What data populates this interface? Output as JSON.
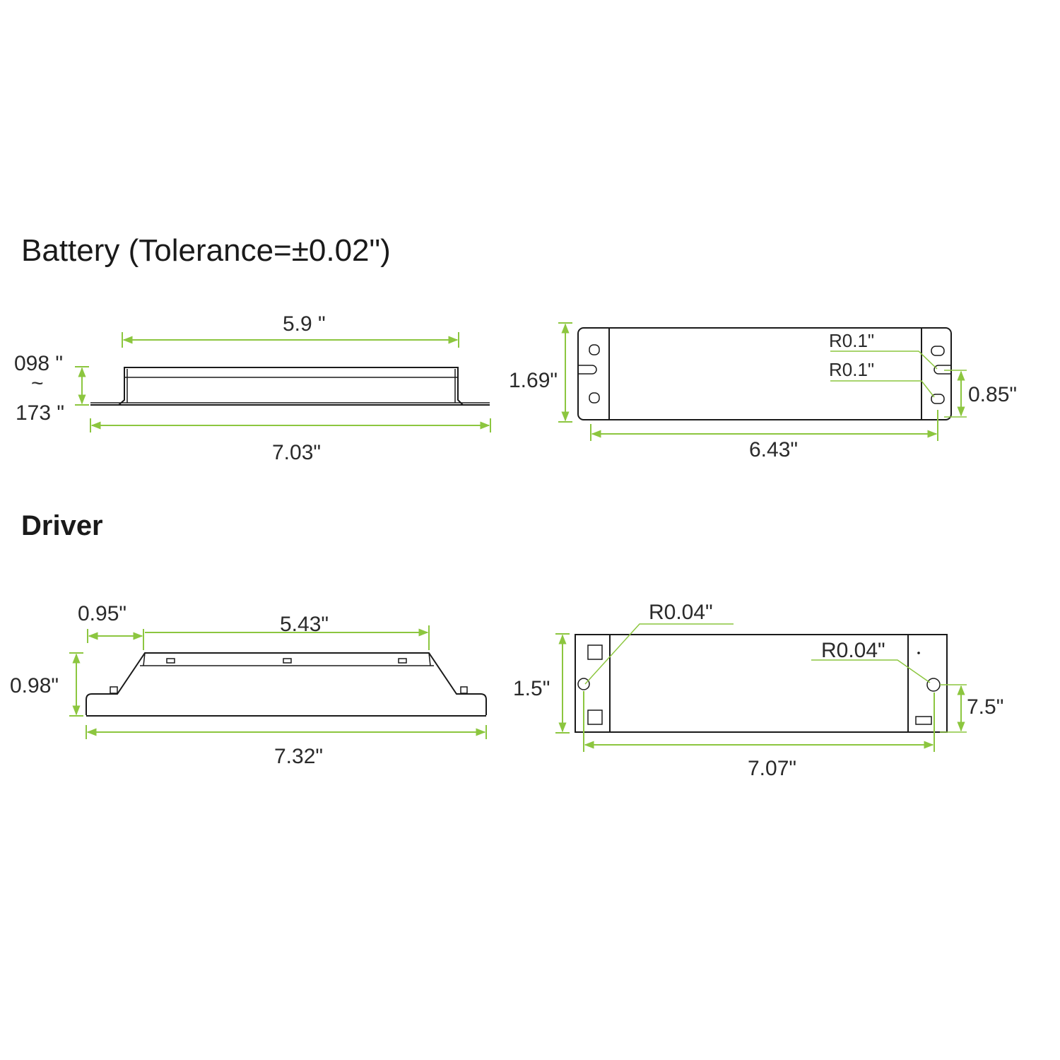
{
  "battery": {
    "title": "Battery (Tolerance=±0.02\")",
    "side_view": {
      "width_top": "5.9 \"",
      "width_overall": "7.03\"",
      "height_min": "098 \"",
      "height_sep": "~",
      "height_max": "173 \""
    },
    "top_view": {
      "height": "1.69\"",
      "length": "6.43\"",
      "hole_spacing": "0.85\"",
      "radius_1": "R0.1\"",
      "radius_2": "R0.1\""
    }
  },
  "driver": {
    "title": "Driver",
    "side_view": {
      "offset": "0.95\"",
      "width_top": "5.43\"",
      "height": "0.98\"",
      "width_overall": "7.32\""
    },
    "top_view": {
      "height": "1.5\"",
      "length": "7.07\"",
      "hole_spacing": "7.5\"",
      "radius_1": "R0.04\"",
      "radius_2": "R0.04\""
    }
  },
  "colors": {
    "dimension_line": "#8cc63f",
    "outline": "#1a1a1a"
  }
}
